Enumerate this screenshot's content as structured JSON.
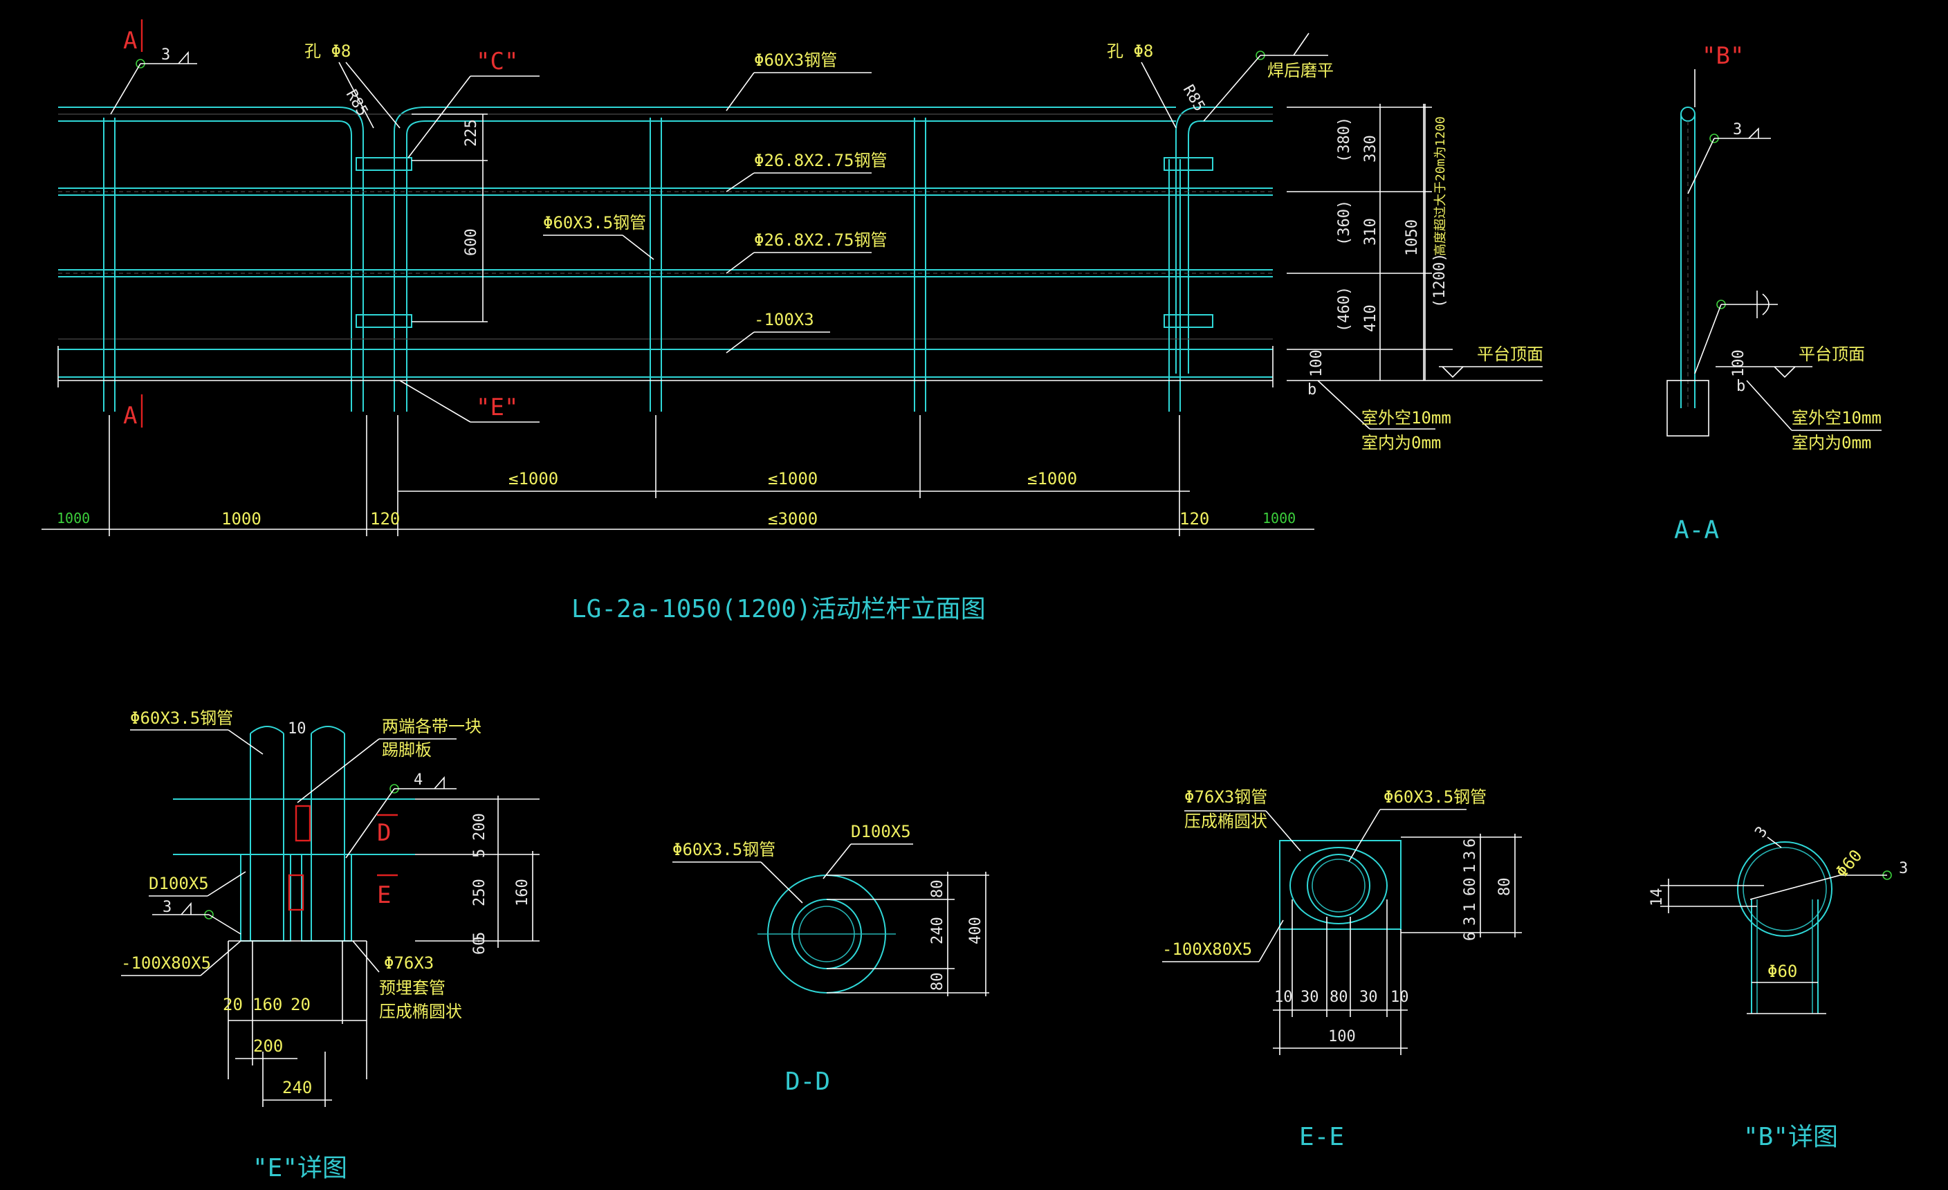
{
  "drawing": {
    "main_title": "LG-2a-1050(1200)活动栏杆立面图",
    "section_aa_title": "A-A",
    "section_dd_title": "D-D",
    "section_ee_title": "E-E",
    "detail_e_title": "\"E\"详图",
    "detail_b_title": "\"B\"详图"
  },
  "callouts": {
    "a_mark": "A",
    "c_label": "\"C\"",
    "e_label": "\"E\"",
    "b_label": "\"B\"",
    "d_mark": "D",
    "e_mark": "E",
    "hole_left": "孔 Φ8",
    "hole_right": "孔 Φ8",
    "r85_left": "R85",
    "r85_right": "R85",
    "weld_note": "焊后磨平",
    "top_rail": "Φ60X3钢管",
    "mid_rail_1": "Φ26.8X2.75钢管",
    "mid_rail_2": "Φ26.8X2.75钢管",
    "post": "Φ60X3.5钢管",
    "flat_bar": "-100X3",
    "weld_3": "3",
    "weld_3b": "3",
    "platform_main": "平台顶面",
    "platform_aa": "平台顶面",
    "outdoor_main": "室外空10mm",
    "indoor_main": "室内为0mm",
    "outdoor_aa": "室外空10mm",
    "indoor_aa": "室内为0mm",
    "height_note": "高度超过大于20m为1200"
  },
  "dimensions": {
    "d225": "225",
    "d600": "600",
    "d330": "330",
    "d380": "(380)",
    "d310": "310",
    "d360": "(360)",
    "d410": "410",
    "d460": "(460)",
    "d1050": "1050",
    "d1200": "(1200)",
    "d100": "100",
    "d100b": "100",
    "b_mark": "b",
    "b_mark2": "b",
    "le1000_a": "≤1000",
    "le1000_b": "≤1000",
    "le1000_c": "≤1000",
    "le3000": "≤3000",
    "w1000_left": "1000",
    "w1000_mid": "1000",
    "w120_left": "120",
    "w120_right": "120",
    "w1000_right": "1000"
  },
  "detail_e": {
    "post_label": "Φ60X3.5钢管",
    "plate_note_1": "两端各带一块",
    "plate_note_2": "踢脚板",
    "d100x5": "D100X5",
    "plate": "-100X80X5",
    "sleeve_1": "Φ76X3",
    "sleeve_2": "预埋套管",
    "sleeve_3": "压成椭圆状",
    "gap10": "10",
    "weld4": "4",
    "weld3": "3",
    "d200": "200",
    "d5a": "5",
    "d250": "250",
    "d160v": "160",
    "d5b": "5",
    "d60": "60",
    "d20a": "20",
    "d160": "160",
    "d20b": "20",
    "d200h": "200",
    "d240": "240"
  },
  "section_dd": {
    "post_label": "Φ60X3.5钢管",
    "tube_label": "D100X5",
    "d80a": "80",
    "d240": "240",
    "d80b": "80",
    "d400": "400"
  },
  "section_ee": {
    "sleeve_1": "Φ76X3钢管",
    "sleeve_2": "压成椭圆状",
    "post_label": "Φ60X3.5钢管",
    "plate": "-100X80X5",
    "v6a": "6",
    "v3a": "3",
    "v1": "1",
    "v60": "60",
    "v1b": "1",
    "v3b": "3",
    "v6b": "6",
    "v80": "80",
    "h10a": "10",
    "h30a": "30",
    "h80": "80",
    "h30b": "30",
    "h10b": "10",
    "h100": "100"
  },
  "detail_b": {
    "d3a": "3",
    "d60": "Φ60",
    "d3b": "3",
    "d14": "14",
    "d60b": "Φ60"
  }
}
